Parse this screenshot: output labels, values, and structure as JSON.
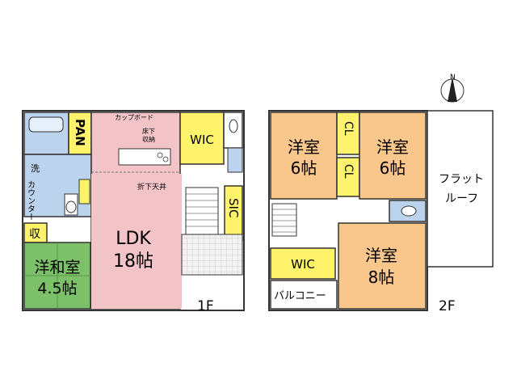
{
  "compass": {
    "north": "N"
  },
  "floor1": {
    "label": "1F",
    "rooms": {
      "pantry": "PAN",
      "cupboard": "カップボード",
      "underfloor_line1": "床下",
      "underfloor_line2": "収納",
      "wic": "WIC",
      "wash": "洗",
      "counter": "カウンター",
      "folding_ceiling": "折下天井",
      "sic": "SIC",
      "storage": "収",
      "ldk_name": "LDK",
      "ldk_size": "18帖",
      "japanese_name": "洋和室",
      "japanese_size": "4.5帖"
    }
  },
  "floor2": {
    "label": "2F",
    "rooms": {
      "room_a_name": "洋室",
      "room_a_size": "6帖",
      "room_b_name": "洋室",
      "room_b_size": "6帖",
      "cl": "CL",
      "flat_roof_line1": "フラット",
      "flat_roof_line2": "ルーフ",
      "wic": "WIC",
      "room_c_name": "洋室",
      "room_c_size": "8帖",
      "balcony": "バルコニー"
    }
  },
  "colors": {
    "ldk": "#f2c4c8",
    "room_orange": "#f9c68c",
    "yellow": "#fff36b",
    "japanese_green": "#7cc06a",
    "bath_blue": "#bcd3ee",
    "wall": "#333333"
  }
}
